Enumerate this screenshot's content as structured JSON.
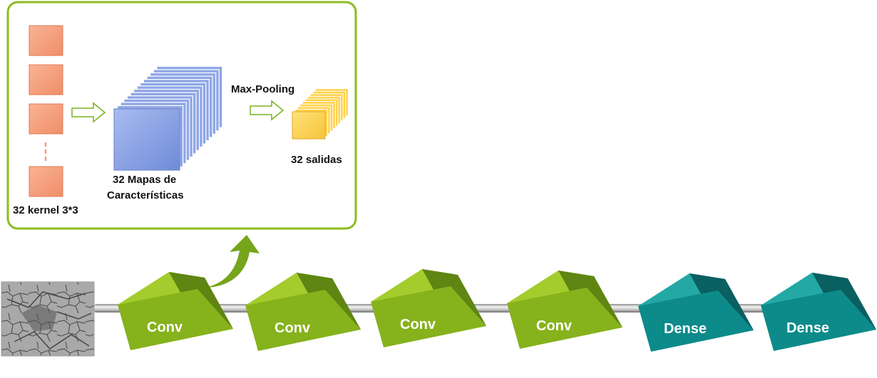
{
  "detail_panel": {
    "kernel_label": "32 kernel 3*3",
    "feature_maps_label_line1": "32 Mapas de",
    "feature_maps_label_line2": "Características",
    "pooling_label": "Max-Pooling",
    "outputs_label": "32 salidas"
  },
  "pipeline": {
    "blocks": [
      {
        "label": "Conv",
        "kind": "conv"
      },
      {
        "label": "Conv",
        "kind": "conv"
      },
      {
        "label": "Conv",
        "kind": "conv"
      },
      {
        "label": "Conv",
        "kind": "conv"
      },
      {
        "label": "Dense",
        "kind": "dense"
      },
      {
        "label": "Dense",
        "kind": "dense"
      }
    ]
  },
  "colors": {
    "panel_border": "#8cbd1e",
    "kernel_fill": "#f6a07f",
    "feature_map_fill": "#8fa6e6",
    "output_fill": "#ffd24d",
    "conv_block": "#86b21c",
    "dense_block": "#0d8a8a",
    "arrow_green": "#76a51c"
  }
}
